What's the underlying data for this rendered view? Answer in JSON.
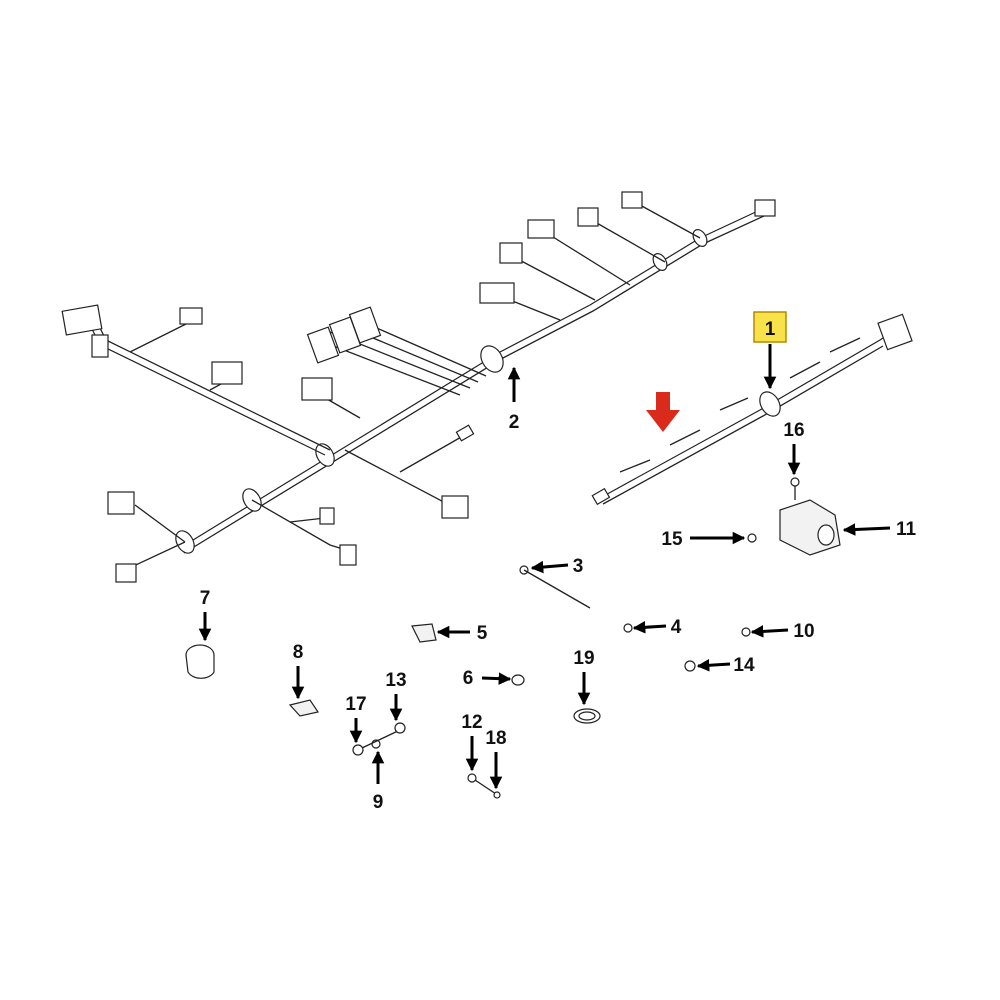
{
  "diagram": {
    "callouts": [
      {
        "id": "1",
        "label": "1"
      },
      {
        "id": "2",
        "label": "2"
      },
      {
        "id": "3",
        "label": "3"
      },
      {
        "id": "4",
        "label": "4"
      },
      {
        "id": "5",
        "label": "5"
      },
      {
        "id": "6",
        "label": "6"
      },
      {
        "id": "7",
        "label": "7"
      },
      {
        "id": "8",
        "label": "8"
      },
      {
        "id": "9",
        "label": "9"
      },
      {
        "id": "10",
        "label": "10"
      },
      {
        "id": "11",
        "label": "11"
      },
      {
        "id": "12",
        "label": "12"
      },
      {
        "id": "13",
        "label": "13"
      },
      {
        "id": "14",
        "label": "14"
      },
      {
        "id": "15",
        "label": "15"
      },
      {
        "id": "16",
        "label": "16"
      },
      {
        "id": "17",
        "label": "17"
      },
      {
        "id": "18",
        "label": "18"
      },
      {
        "id": "19",
        "label": "19"
      }
    ],
    "highlighted_callout": "1",
    "colors": {
      "highlight_fill": "#f7e24a",
      "indicator_arrow": "#d92a1c",
      "line": "#222222"
    },
    "icons": {
      "indicator": "red-down-arrow-icon"
    }
  }
}
